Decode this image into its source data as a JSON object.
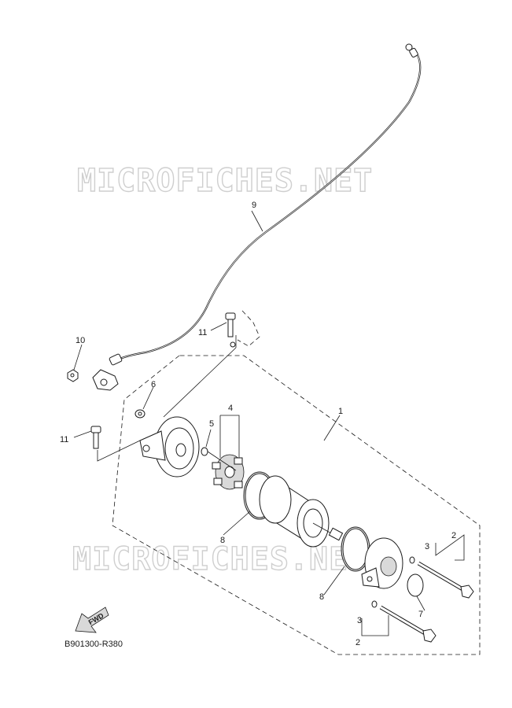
{
  "watermark": "MICROFICHES.NET",
  "diagram_code": "B901300-R380",
  "fwd_label": "FWD",
  "callouts": {
    "c1": "1",
    "c2a": "2",
    "c2b": "2",
    "c3a": "3",
    "c3b": "3",
    "c4": "4",
    "c5": "5",
    "c6": "6",
    "c7": "7",
    "c8a": "8",
    "c8b": "8",
    "c9": "9",
    "c10": "10",
    "c11a": "11",
    "c11b": "11"
  }
}
